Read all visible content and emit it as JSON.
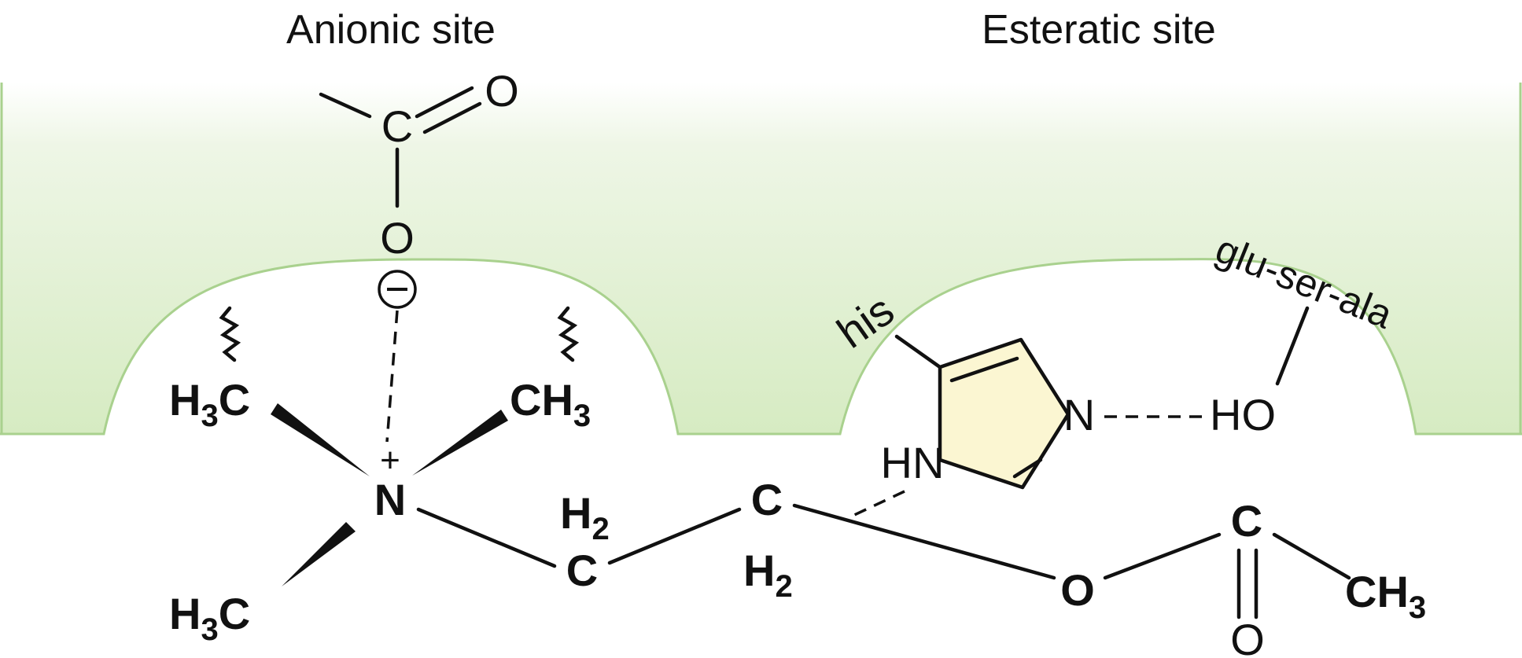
{
  "labels": {
    "anionic_site": "Anionic site",
    "esteratic_site": "Esteratic site"
  },
  "colors": {
    "site_green": "#d6ebc2",
    "site_edge": "#a9d18e",
    "ring_fill": "#fbf6d2",
    "ink": "#111111"
  },
  "atoms": {
    "carbonyl_c_top": "C",
    "carbonyl_o_top": "O",
    "carboxylate_o": "O",
    "minus_sign": "−",
    "n_plus": "+",
    "nitrogen": "N",
    "h3c_left": "H",
    "ch3_right_c": "CH",
    "h3c_bottom": "H",
    "methyl_3": "3",
    "methyl_c": "C",
    "ch2_c1": "C",
    "ch2_h1": "H",
    "sub_2": "2",
    "ch2_c2": "C",
    "ch2_h2": "H",
    "ester_o": "O",
    "ester_c": "C",
    "ester_o2": "O",
    "ch3_end": "CH",
    "his": "his",
    "hn": "HN",
    "ring_n": "N",
    "ho": "HO",
    "glu_ser_ala": "glu-ser-ala"
  }
}
